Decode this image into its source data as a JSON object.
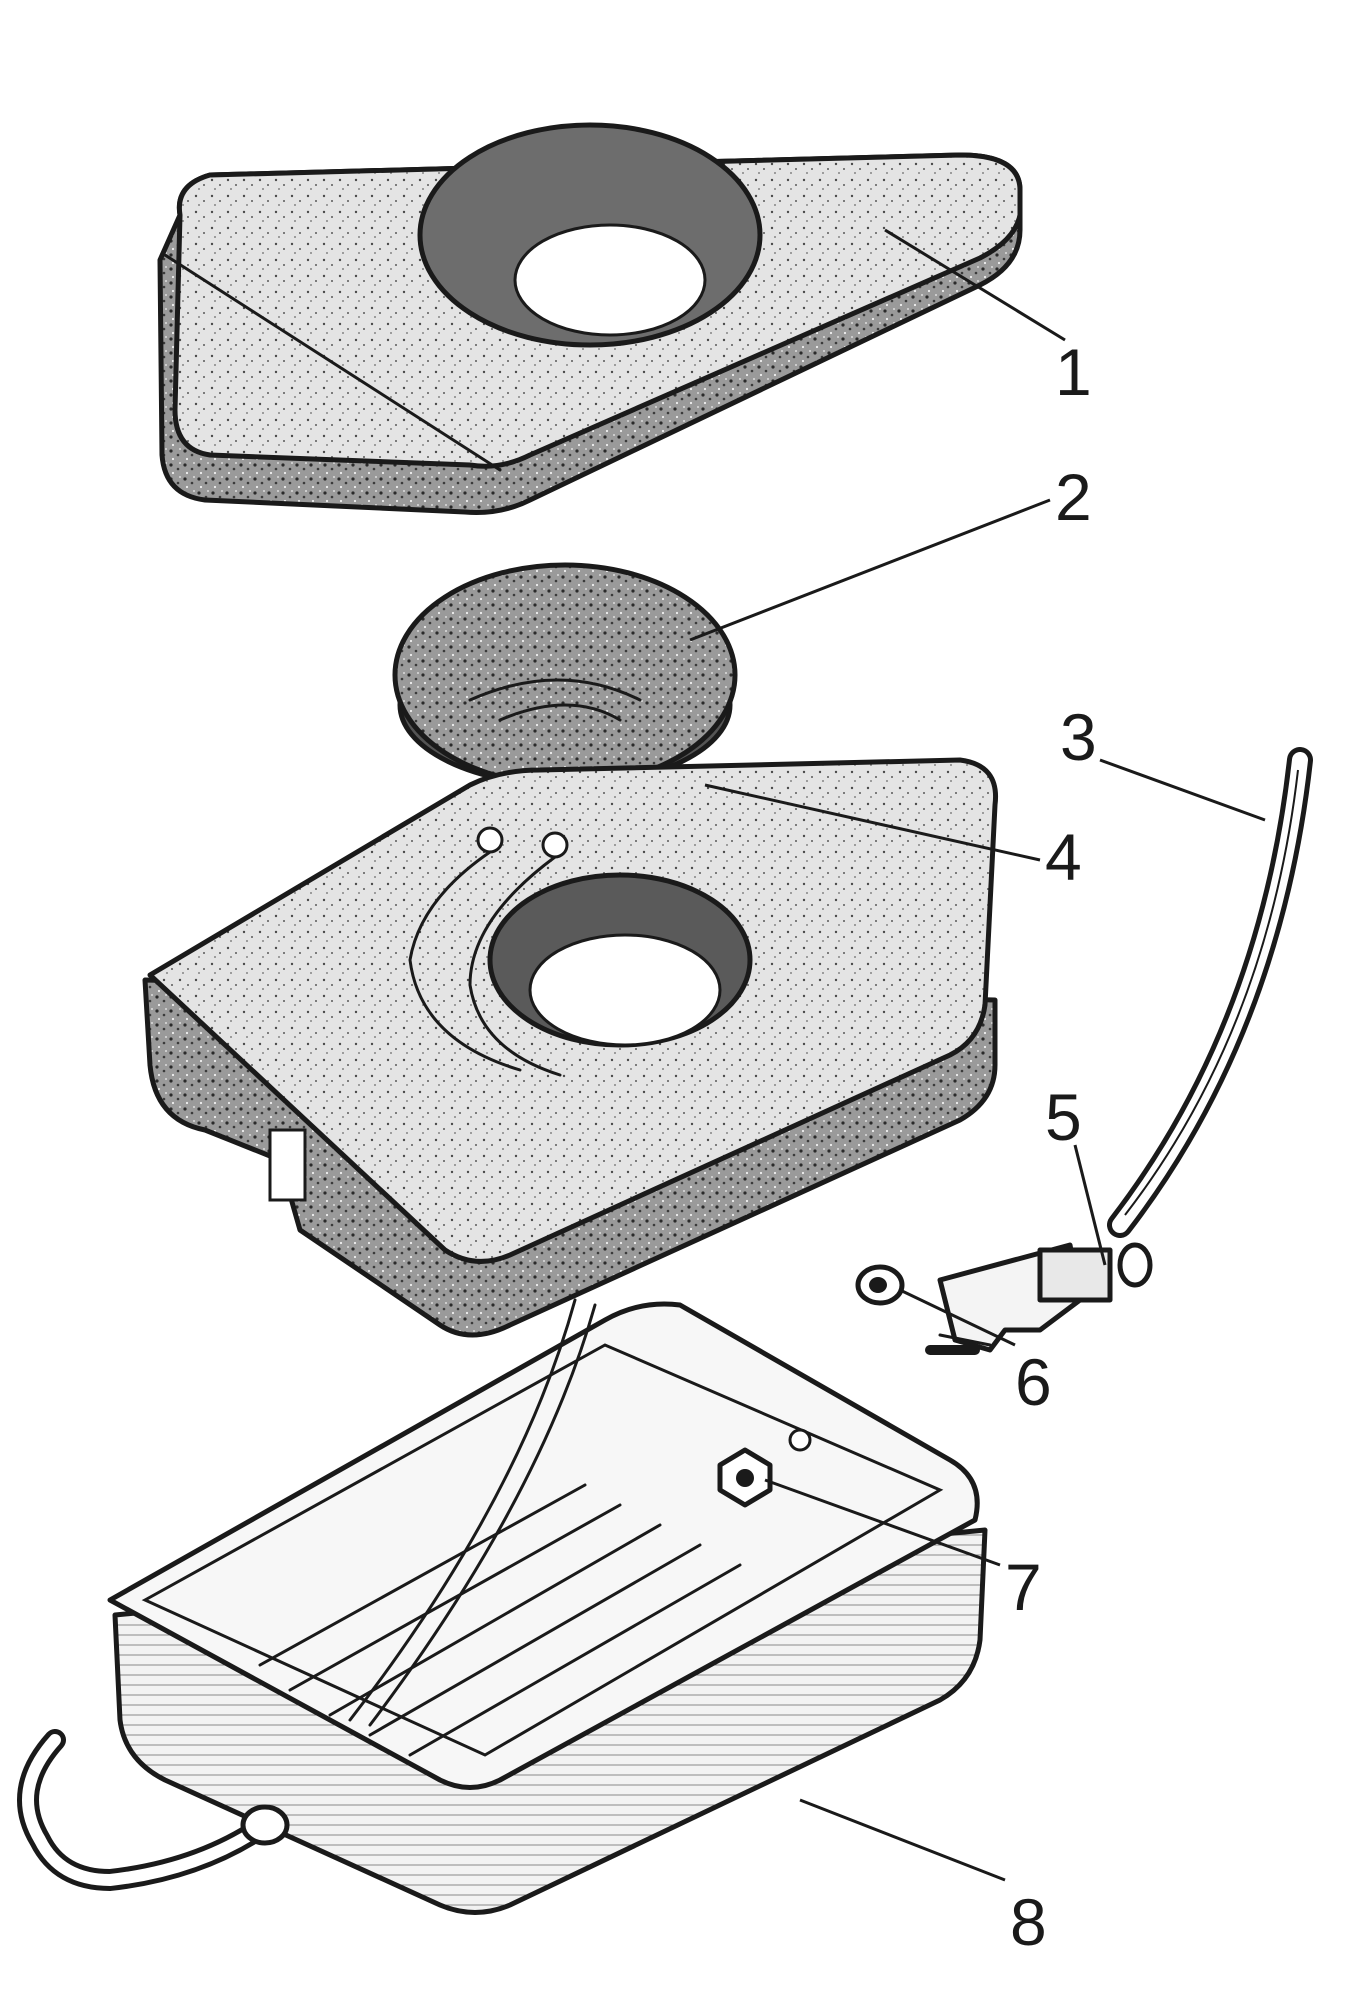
{
  "figure": {
    "callouts": [
      {
        "id": "1",
        "label": "1"
      },
      {
        "id": "2",
        "label": "2"
      },
      {
        "id": "3",
        "label": "3"
      },
      {
        "id": "4",
        "label": "4"
      },
      {
        "id": "5",
        "label": "5"
      },
      {
        "id": "6",
        "label": "6"
      },
      {
        "id": "7",
        "label": "7"
      },
      {
        "id": "8",
        "label": "8"
      }
    ]
  },
  "colors": {
    "ink": "#1a1a1a",
    "foam_fill": "#8a8a8a",
    "foam_dark": "#555555",
    "metal_fill": "#e8e8e8",
    "paper": "#ffffff"
  }
}
